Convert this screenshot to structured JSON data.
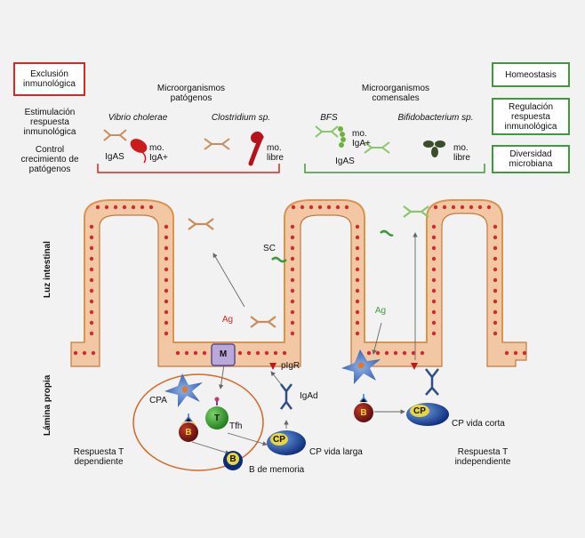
{
  "left": {
    "box_exclusion": "Exclusión inmunológica",
    "stimulation": "Estimulación respuesta inmunológica",
    "control": "Control crecimiento de patógenos"
  },
  "right": {
    "box_homeostasis": "Homeostasis",
    "box_regulation": "Regulación respuesta inmunológica",
    "box_diversity": "Diversidad microbiana"
  },
  "pathogens": {
    "title": "Microorganismos patógenos",
    "vibrio": "Vibrio cholerae",
    "clostridium": "Clostridium sp.",
    "igas": "IgAS",
    "mo_iga": "mo. IgA+",
    "mo_libre": "mo. libre"
  },
  "commensals": {
    "title": "Microorganismos comensales",
    "bfs": "BFS",
    "bifido": "Bifidobacterium sp.",
    "igas": "IgAS",
    "mo_iga": "mo. IgA+",
    "mo_libre": "mo. libre"
  },
  "tissue": {
    "luz": "Luz intestinal",
    "lamina": "Lámina propia",
    "sc": "SC",
    "ag_left": "Ag",
    "ag_right": "Ag",
    "m_cell": "M",
    "pigr": "pIgR",
    "igad": "IgAd",
    "cpa": "CPA",
    "t_cell": "T",
    "tfh": "Tfh",
    "b_cell_1": "B",
    "b_cell_2": "B",
    "b_cell_3": "B",
    "cp_1": "CP",
    "cp_2": "CP",
    "cp_long": "CP vida larga",
    "cp_short": "CP vida corta",
    "b_memory": "B de memoria",
    "resp_dep": "Respuesta T dependiente",
    "resp_indep": "Respuesta T independiente"
  },
  "colors": {
    "pathogen_red": "#d8291c",
    "commensal_green": "#3e9a3a",
    "epithelium": "#f2c7a3",
    "antibody": "#2d4f86",
    "iga_orange": "#c98c5a"
  }
}
